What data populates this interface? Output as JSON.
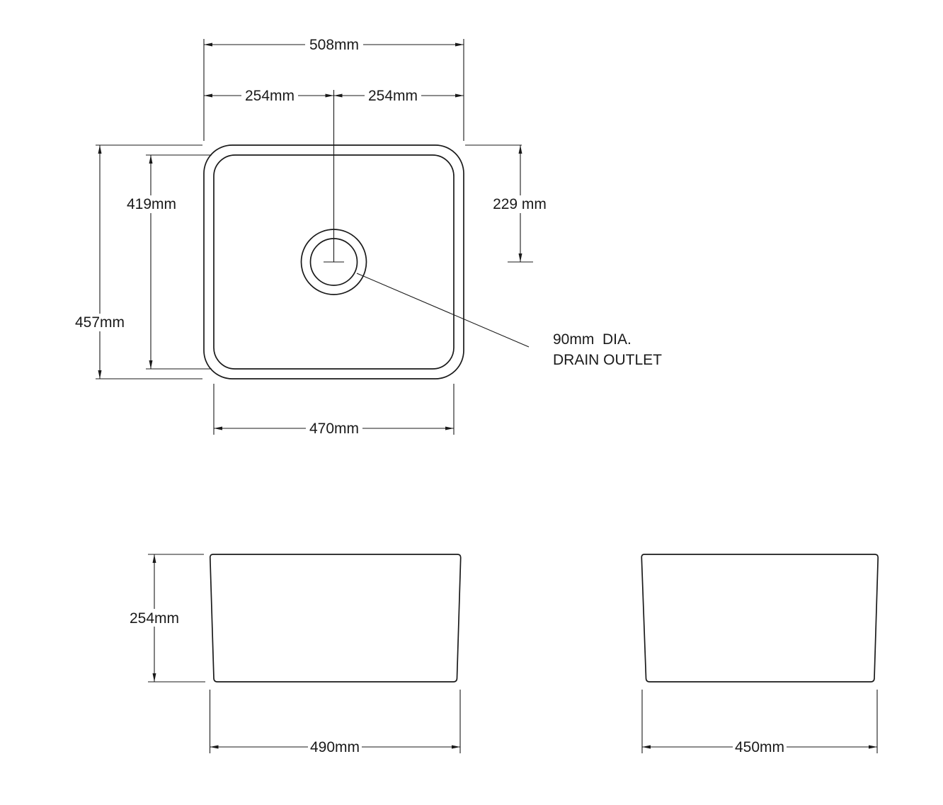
{
  "drawing": {
    "top_view": {
      "dim_overall_width": "508mm",
      "dim_left_half": "254mm",
      "dim_right_half": "254mm",
      "dim_inner_height": "419mm",
      "dim_drain_center": "229 mm",
      "dim_overall_height": "457mm",
      "dim_inner_width": "470mm",
      "callout_line1": "90mm  DIA.",
      "callout_line2": "DRAIN OUTLET"
    },
    "front_view": {
      "dim_height": "254mm",
      "dim_width": "490mm"
    },
    "side_view": {
      "dim_width": "450mm"
    }
  },
  "colors": {
    "line": "#1a1a1a",
    "bg": "#ffffff"
  }
}
